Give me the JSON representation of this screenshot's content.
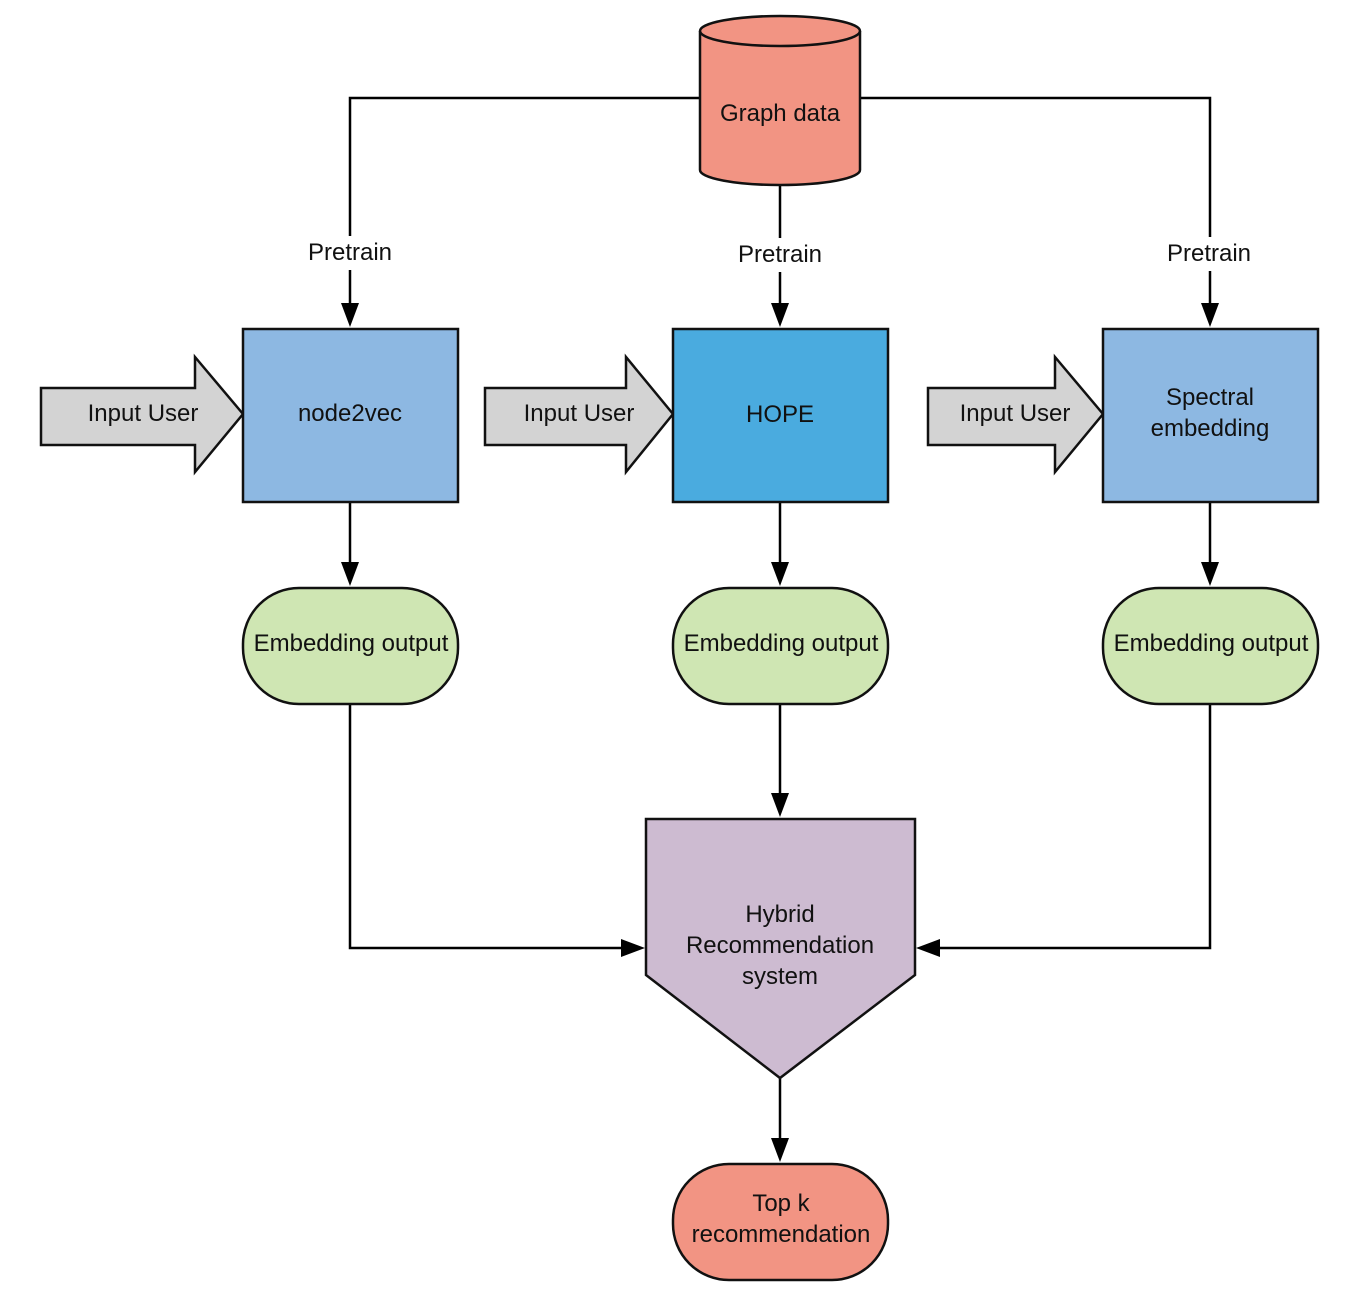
{
  "colors": {
    "database": "#f29483",
    "model_box": "#8db8e2",
    "model_box_highlight": "#4aabdf",
    "embedding_output": "#cfe6b3",
    "hybrid_system": "#cdbbd1",
    "result": "#f29483",
    "input_arrow": "#d3d3d3"
  },
  "nodes": {
    "graph_data": "Graph data",
    "node2vec": "node2vec",
    "hope": "HOPE",
    "spectral": [
      "Spectral",
      "embedding"
    ],
    "embedding_output": "Embedding output",
    "hybrid": [
      "Hybrid",
      "Recommendation",
      "system"
    ],
    "topk": [
      "Top k",
      "recommendation"
    ],
    "input_user": "Input User"
  },
  "edge_labels": {
    "pretrain": "Pretrain"
  }
}
